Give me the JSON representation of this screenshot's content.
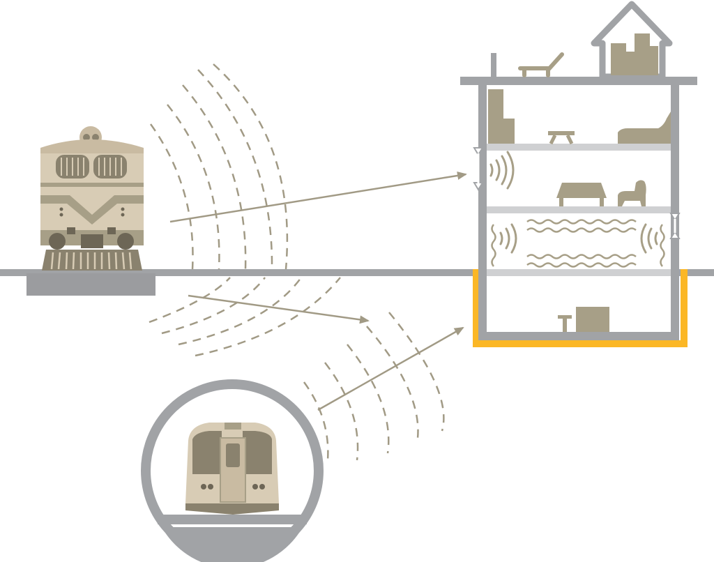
{
  "diagram": {
    "colors": {
      "background": "#ffffff",
      "structure_gray": "#a1a3a6",
      "floor_light": "#cfd0d2",
      "wave_tan": "#a19a85",
      "furniture_tan": "#a79f87",
      "train_body": "#d5c8b0",
      "train_dark": "#8a826e",
      "foundation_yellow": "#fbb726",
      "track_bed": "#9b9c9f"
    },
    "elements": [
      {
        "id": "surface-train",
        "icon": "diesel-locomotive-icon"
      },
      {
        "id": "subway-train",
        "icon": "subway-train-icon"
      },
      {
        "id": "tunnel",
        "icon": "circular-tunnel-icon"
      },
      {
        "id": "building",
        "icon": "multi-storey-building-cutaway-icon"
      },
      {
        "id": "vibration-waves",
        "icon": "dashed-wavefront-icon"
      },
      {
        "id": "transmission-arrows",
        "icon": "arrow-icon"
      },
      {
        "id": "resilient-foundation",
        "icon": "isolation-layer-icon"
      }
    ]
  }
}
